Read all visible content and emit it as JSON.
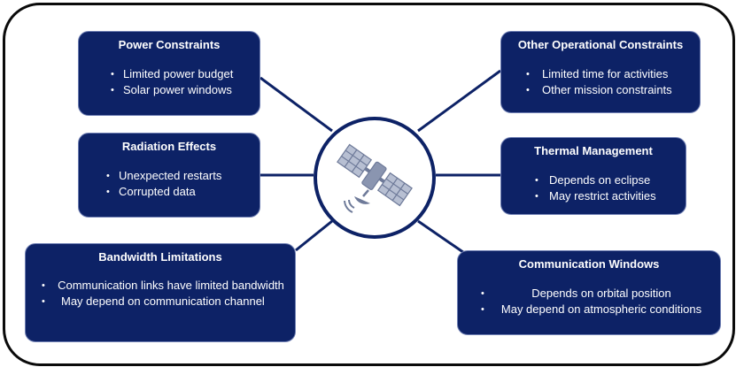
{
  "colors": {
    "box_fill": "#0d2266",
    "connector": "#0d2266",
    "frame": "#0a0a0a",
    "satellite": "#6e7a99"
  },
  "hub": {
    "icon": "satellite-icon"
  },
  "power": {
    "title": "Power Constraints",
    "items": [
      "Limited power budget",
      "Solar power windows"
    ]
  },
  "radiation": {
    "title": "Radiation Effects",
    "items": [
      "Unexpected restarts",
      "Corrupted data"
    ]
  },
  "bandwidth": {
    "title": "Bandwidth Limitations",
    "items": [
      "Communication links have limited bandwidth",
      "May depend on communication channel"
    ]
  },
  "other": {
    "title": "Other Operational Constraints",
    "items": [
      "Limited time for activities",
      "Other mission constraints"
    ]
  },
  "thermal": {
    "title": "Thermal Management",
    "items": [
      "Depends on eclipse",
      "May restrict activities"
    ]
  },
  "comm": {
    "title": "Communication Windows",
    "items": [
      "Depends on orbital position",
      "May depend on atmospheric conditions"
    ]
  }
}
